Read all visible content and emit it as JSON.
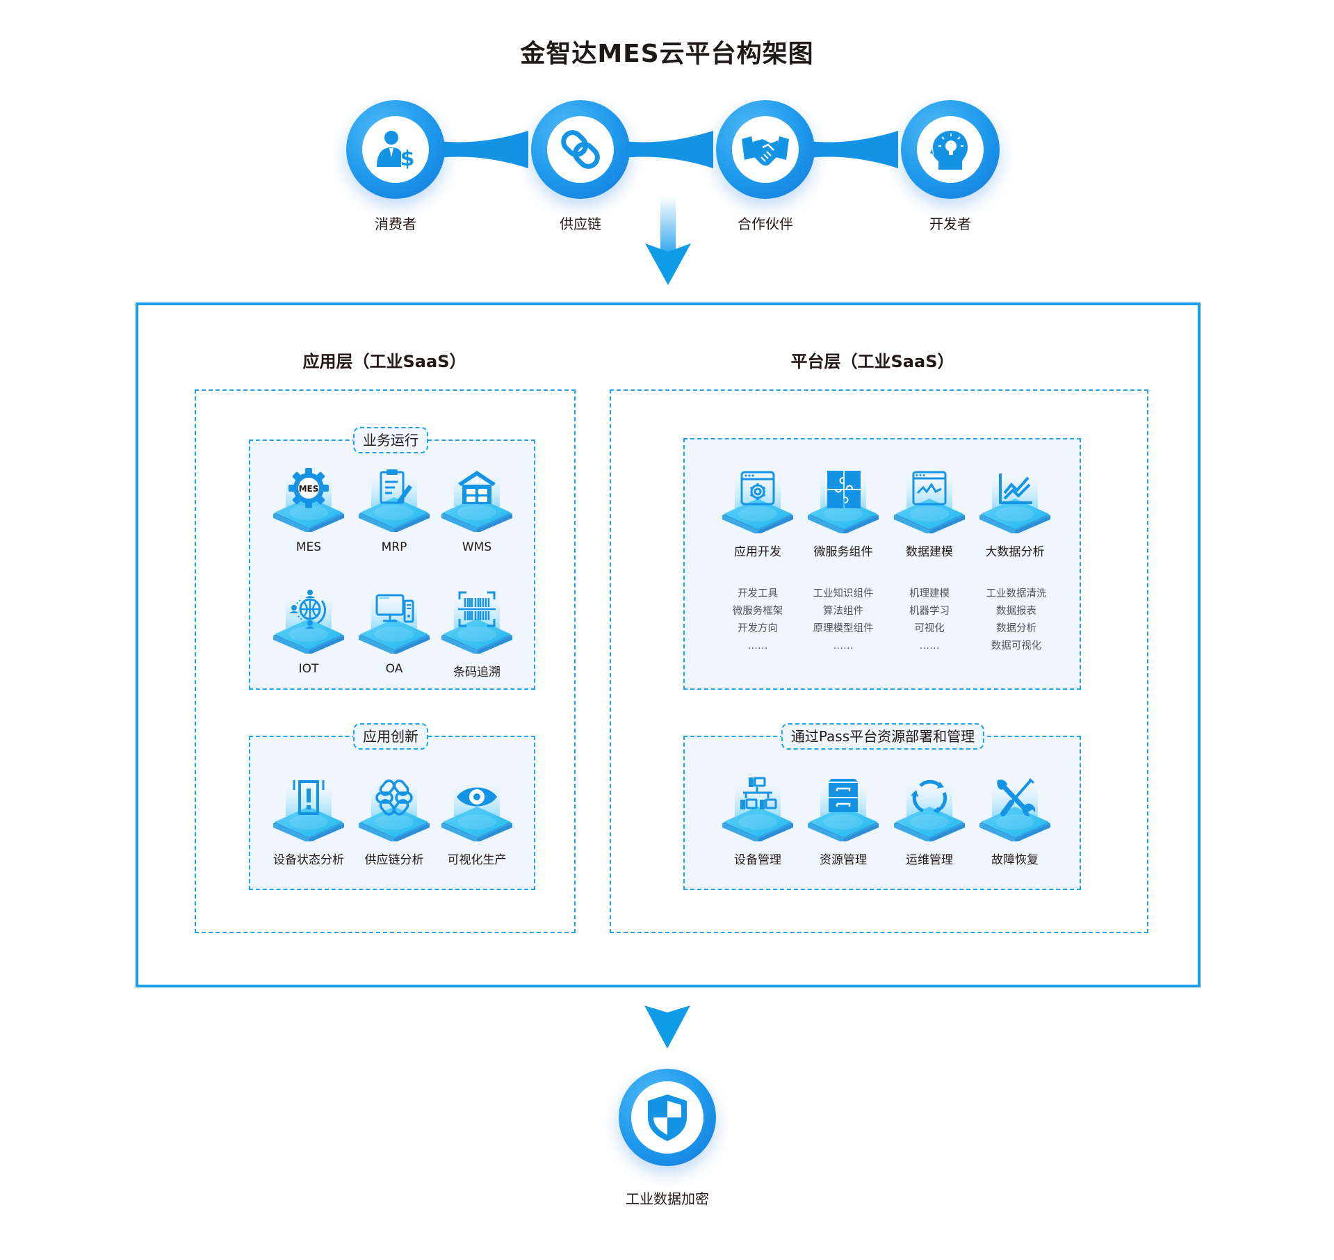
{
  "title": "金智达MES云平台构架图",
  "colors": {
    "accent": "#16a0ee",
    "panel": "#eff6fe",
    "text": "#231815"
  },
  "stakeholders": [
    {
      "label": "消费者",
      "icon": "businessman-dollar-icon"
    },
    {
      "label": "供应链",
      "icon": "chain-link-icon"
    },
    {
      "label": "合作伙伴",
      "icon": "handshake-icon"
    },
    {
      "label": "开发者",
      "icon": "head-lightbulb-icon"
    }
  ],
  "application_layer": {
    "title": "应用层（工业SaaS）",
    "groups": [
      {
        "tag": "业务运行",
        "items": [
          {
            "label": "MES",
            "icon": "mes-gear-icon",
            "icon_text": "MES"
          },
          {
            "label": "MRP",
            "icon": "clipboard-pen-icon"
          },
          {
            "label": "WMS",
            "icon": "warehouse-icon"
          },
          {
            "label": "IOT",
            "icon": "globe-network-icon"
          },
          {
            "label": "OA",
            "icon": "desktop-computer-icon"
          },
          {
            "label": "条码追溯",
            "icon": "barcode-scan-icon"
          }
        ]
      },
      {
        "tag": "应用创新",
        "items": [
          {
            "label": "设备状态分析",
            "icon": "device-alert-icon"
          },
          {
            "label": "供应链分析",
            "icon": "chain-mesh-icon"
          },
          {
            "label": "可视化生产",
            "icon": "eye-icon"
          }
        ]
      }
    ]
  },
  "platform_layer": {
    "title": "平台层（工业SaaS）",
    "groups": [
      {
        "tag": "",
        "items": [
          {
            "label": "应用开发",
            "icon": "window-gear-icon",
            "sub": [
              "开发工具",
              "微服务框架",
              "开发方向",
              "……"
            ]
          },
          {
            "label": "微服务组件",
            "icon": "puzzle-icon",
            "sub": [
              "工业知识组件",
              "算法组件",
              "原理模型组件",
              "……"
            ]
          },
          {
            "label": "数据建模",
            "icon": "window-chart-icon",
            "sub": [
              "机理建模",
              "机器学习",
              "可视化",
              "……"
            ]
          },
          {
            "label": "大数据分析",
            "icon": "line-chart-icon",
            "sub": [
              "工业数据清洗",
              "数据报表",
              "数据分析",
              "数据可视化"
            ]
          }
        ]
      },
      {
        "tag": "通过Pass平台资源部署和管理",
        "items": [
          {
            "label": "设备管理",
            "icon": "device-network-icon"
          },
          {
            "label": "资源管理",
            "icon": "file-cabinet-icon"
          },
          {
            "label": "运维管理",
            "icon": "refresh-cycle-icon"
          },
          {
            "label": "故障恢复",
            "icon": "wrench-screwdriver-icon"
          }
        ]
      }
    ]
  },
  "security": {
    "label": "工业数据加密",
    "icon": "shield-icon"
  }
}
